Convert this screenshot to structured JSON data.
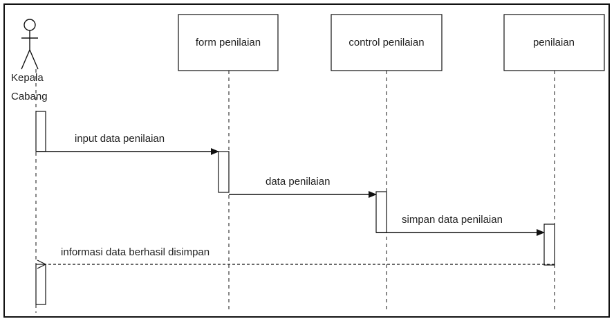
{
  "actor": {
    "name_line1": "Kepala",
    "name_line2": "Cabang"
  },
  "lifelines": [
    {
      "label": "form penilaian"
    },
    {
      "label": "control penilaian"
    },
    {
      "label": "penilaian"
    }
  ],
  "messages": [
    {
      "label": "input data penilaian"
    },
    {
      "label": "data penilaian"
    },
    {
      "label": "simpan data penilaian"
    },
    {
      "label": "informasi data berhasil disimpan"
    }
  ]
}
